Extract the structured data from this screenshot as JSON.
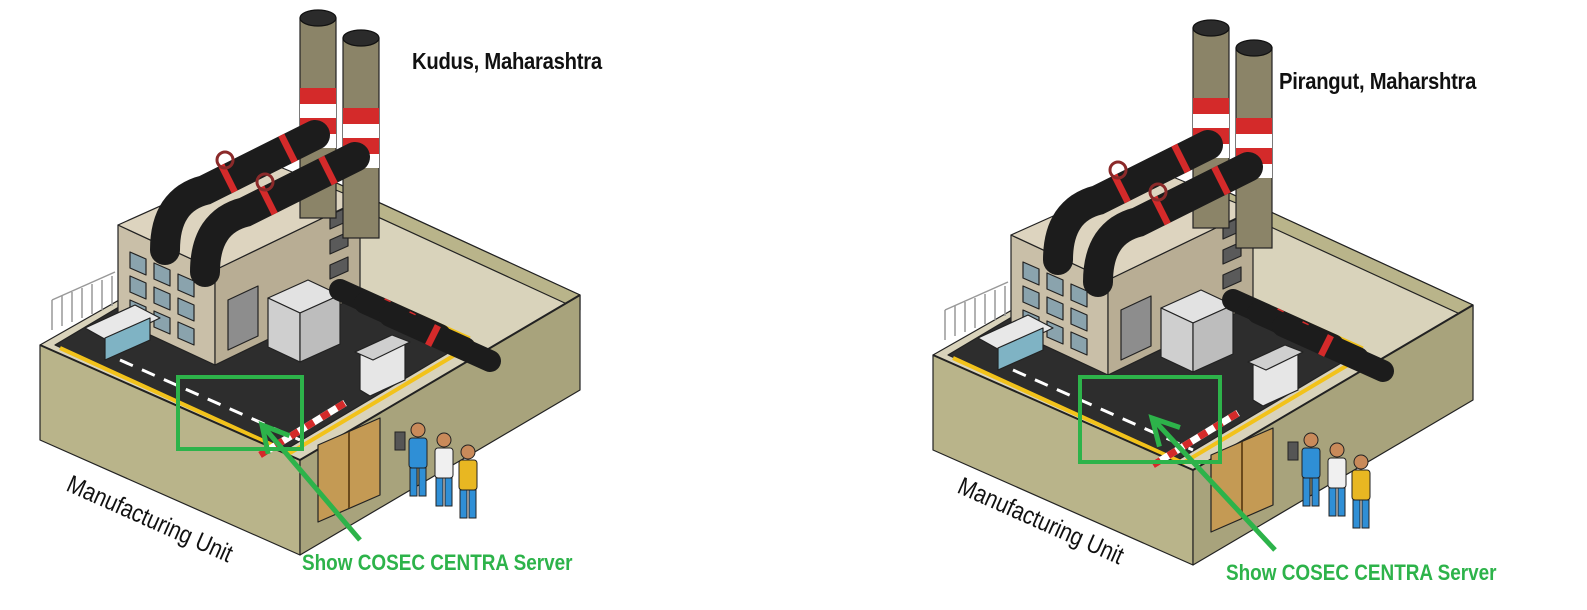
{
  "panels": [
    {
      "location": "Kudus, Maharashtra",
      "unit_label": "Manufacturing Unit",
      "callout": "Show COSEC CENTRA Server"
    },
    {
      "location": "Pirangut, Maharshtra",
      "unit_label": "Manufacturing Unit",
      "callout": "Show COSEC CENTRA Server"
    }
  ],
  "colors": {
    "callout": "#2db34a",
    "wall": "#b9b48a",
    "building": "#c9bfa8",
    "road": "#2d2d2d",
    "pipe": "#1c1c1c",
    "accent_red": "#d42a2a",
    "yellow_line": "#f2c21a"
  },
  "icons": [
    "factory-illustration",
    "chimney",
    "pipe",
    "transformer",
    "guard-booth",
    "barrier-gate",
    "access-terminal",
    "worker"
  ]
}
